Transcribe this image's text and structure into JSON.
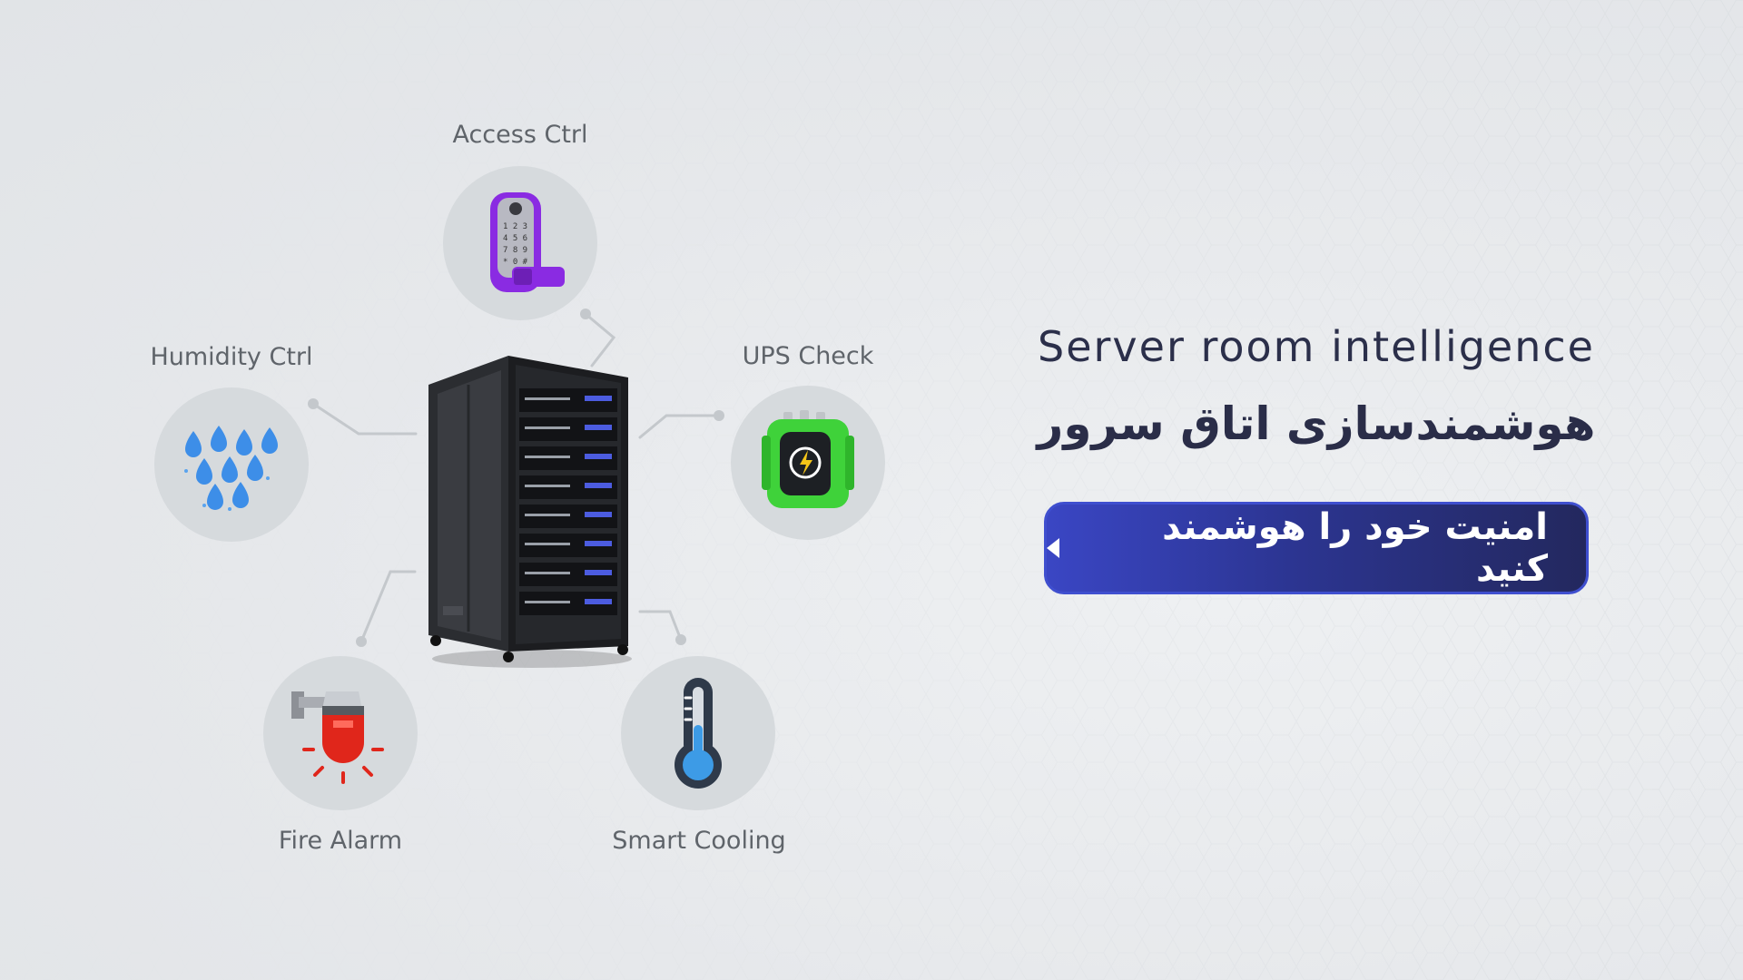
{
  "nodes": {
    "access": {
      "label": "Access Ctrl",
      "icon": "smart-lock-icon"
    },
    "ups": {
      "label": "UPS Check",
      "icon": "battery-icon"
    },
    "humidity": {
      "label": "Humidity Ctrl",
      "icon": "water-drops-icon"
    },
    "fire": {
      "label": "Fire Alarm",
      "icon": "fire-alarm-siren-icon"
    },
    "cooling": {
      "label": "Smart Cooling",
      "icon": "thermometer-icon"
    }
  },
  "headline": {
    "en": "Server room intelligence",
    "fa": "هوشمندسازی اتاق سرور"
  },
  "cta": {
    "label": "امنیت خود را هوشمند کنید"
  },
  "colors": {
    "accent": "#3a46c4",
    "accent_dark": "#23285e",
    "lock_purple": "#8a2be2",
    "ups_green": "#3fd23a",
    "fire_red": "#e0261b",
    "drop_blue": "#3d8ee8"
  }
}
